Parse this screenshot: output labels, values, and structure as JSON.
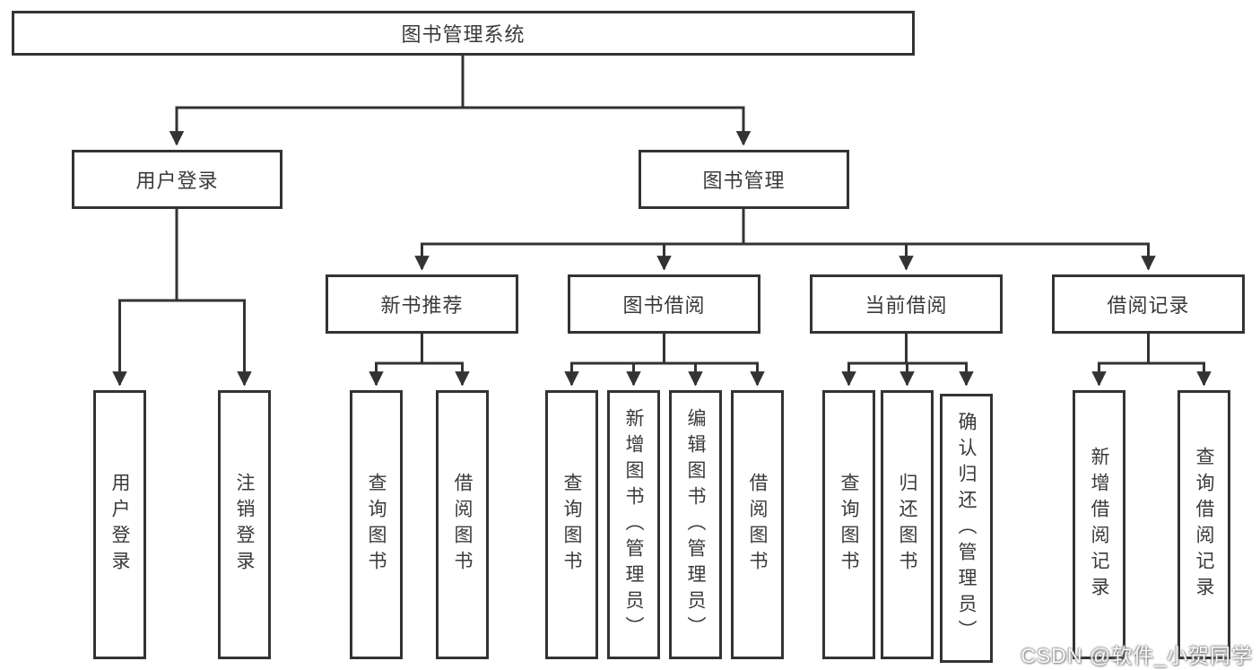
{
  "diagram_title": "图书管理系统",
  "tree": {
    "label": "图书管理系统",
    "children": [
      {
        "label": "用户登录",
        "children": [
          {
            "label": "用户登录"
          },
          {
            "label": "注销登录"
          }
        ]
      },
      {
        "label": "图书管理",
        "children": [
          {
            "label": "新书推荐",
            "children": [
              {
                "label": "查询图书"
              },
              {
                "label": "借阅图书"
              }
            ]
          },
          {
            "label": "图书借阅",
            "children": [
              {
                "label": "查询图书"
              },
              {
                "label": "新增图书（管理员）"
              },
              {
                "label": "编辑图书（管理员）"
              },
              {
                "label": "借阅图书"
              }
            ]
          },
          {
            "label": "当前借阅",
            "children": [
              {
                "label": "查询图书"
              },
              {
                "label": "归还图书"
              },
              {
                "label": "确认归还（管理员）"
              }
            ]
          },
          {
            "label": "借阅记录",
            "children": [
              {
                "label": "新增借阅记录"
              },
              {
                "label": "查询借阅记录"
              }
            ]
          }
        ]
      }
    ]
  },
  "watermark": {
    "text": "CSDN @软件_小贺同学"
  },
  "colors": {
    "line": "#333333",
    "box_border": "#333333",
    "box_background": "#ffffff",
    "text": "#3a3a3a",
    "page_background": "#ffffff",
    "watermark_text": "#ffffff"
  }
}
